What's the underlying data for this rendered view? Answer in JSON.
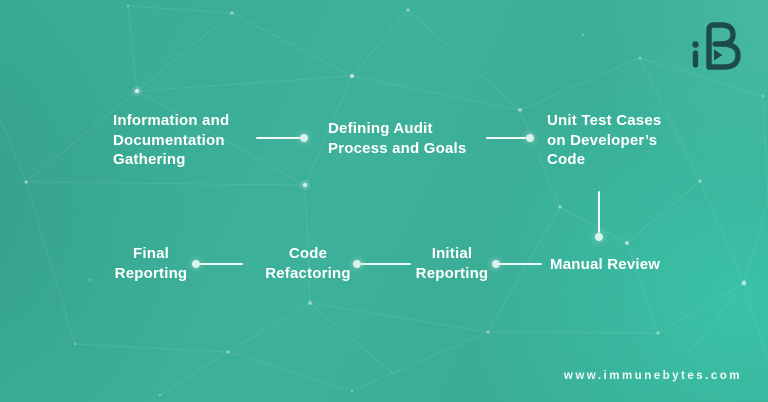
{
  "colors": {
    "background_base": "#3bae97",
    "glow_accent": "#2fd0b4",
    "text": "#ffffff",
    "connector_dot": "#d9f6ee",
    "logo": "#1d4c48"
  },
  "logo": {
    "monogram": "iB"
  },
  "footer": {
    "website": "www.immunebytes.com"
  },
  "diagram": {
    "steps": [
      {
        "id": 1,
        "label": "Information and\nDocumentation\nGathering"
      },
      {
        "id": 2,
        "label": "Defining Audit\nProcess and Goals"
      },
      {
        "id": 3,
        "label": "Unit Test Cases\non Developer’s\nCode"
      },
      {
        "id": 4,
        "label": "Manual Review"
      },
      {
        "id": 5,
        "label": "Initial\nReporting"
      },
      {
        "id": 6,
        "label": "Code\nRefactoring"
      },
      {
        "id": 7,
        "label": "Final\nReporting"
      }
    ],
    "connectors": [
      {
        "from": "step-1",
        "to": "step-2",
        "direction": "right"
      },
      {
        "from": "step-2",
        "to": "step-3",
        "direction": "right"
      },
      {
        "from": "step-3",
        "to": "step-4",
        "direction": "down"
      },
      {
        "from": "step-4",
        "to": "step-5",
        "direction": "left"
      },
      {
        "from": "step-5",
        "to": "step-6",
        "direction": "left"
      },
      {
        "from": "step-6",
        "to": "step-7",
        "direction": "left"
      }
    ]
  }
}
